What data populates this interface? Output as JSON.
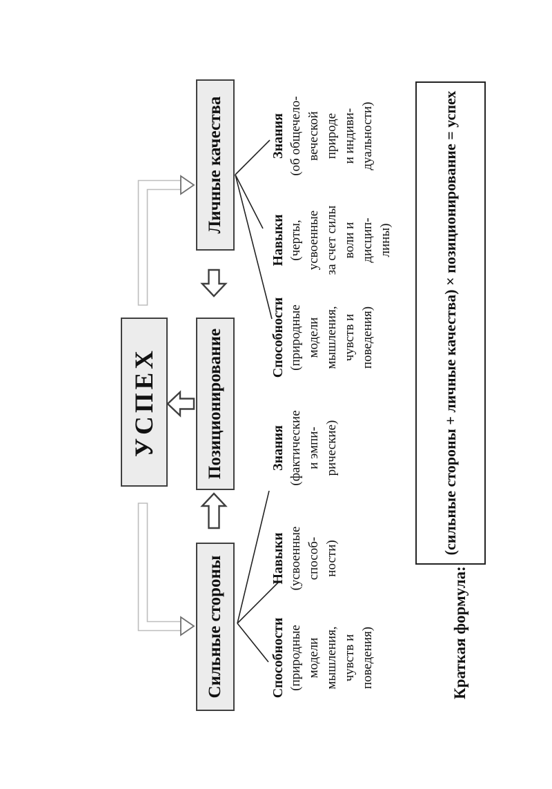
{
  "diagram": {
    "success_box": "УСПЕХ",
    "positioning_box": "Позиционирование",
    "strengths_box": "Сильные стороны",
    "personal_box": "Личные качества"
  },
  "strengths_items": [
    {
      "heading": "Способности",
      "lines": [
        "(природные",
        "модели",
        "мышления,",
        "чувств и",
        "поведения)"
      ]
    },
    {
      "heading": "Навыки",
      "lines": [
        "(усвоенные",
        "способ-",
        "ности)"
      ]
    },
    {
      "heading": "Знания",
      "lines": [
        "(фактические",
        "и эмпи-",
        "рические)"
      ]
    }
  ],
  "personal_items": [
    {
      "heading": "Способности",
      "lines": [
        "(природные",
        "модели",
        "мышления,",
        "чувств и",
        "поведения)"
      ]
    },
    {
      "heading": "Навыки",
      "lines": [
        "(черты,",
        "усвоенные",
        "за счет силы",
        "воли и",
        "дисцип-",
        "лины)"
      ]
    },
    {
      "heading": "Знания",
      "lines": [
        "(об общечело-",
        "веческой",
        "природе",
        "и индиви-",
        "дуальности)"
      ]
    }
  ],
  "formula": {
    "label": "Краткая формула:",
    "text": "(сильные стороны + личные качества) × позиционирование = успех"
  },
  "icons": {
    "up_block_arrow": "arrow-up-icon",
    "left_block_arrow": "arrow-left-icon",
    "right_block_arrow": "arrow-right-icon",
    "elbow_connectors": "elbow-arrow-icon"
  },
  "colors": {
    "box_fill": "#ececec",
    "box_border": "#3f3f3f",
    "dark_arrow": "#3f3f3f",
    "elbow": "#bdbdbd",
    "elbow_head": "#6f6f6f",
    "line_color": "#222222"
  }
}
